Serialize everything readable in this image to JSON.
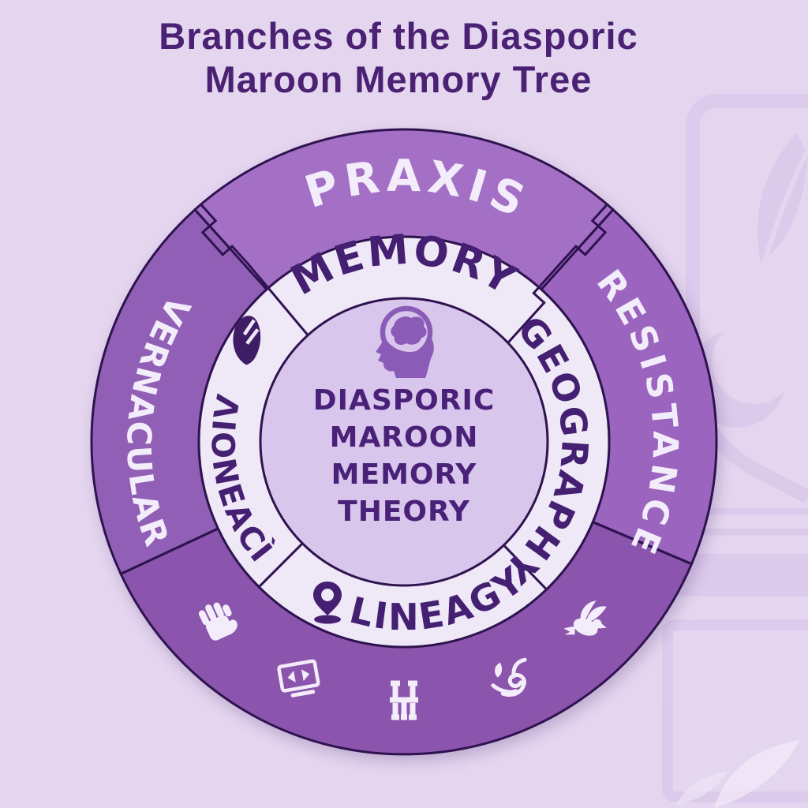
{
  "title": {
    "line1": "Branches of the Diasporic",
    "line2": "Maroon Memory Tree"
  },
  "center": {
    "icon": "head-brain-icon",
    "lines": [
      "DIASPORIC",
      "MAROON",
      "MEMORY",
      "THEORY"
    ]
  },
  "outer_ring": {
    "praxis": {
      "label": "PRAXIS"
    },
    "resistance": {
      "label": "RESISTANCE"
    },
    "vernacular": {
      "label": "VERNACULAR"
    },
    "bottom_icons": [
      "raised-fist-icon",
      "screen-arrows-icon",
      "adinkra-cross-icon",
      "sankofa-swirl-icon",
      "dove-icon"
    ]
  },
  "middle_ring": {
    "memory": {
      "label": "MEMORY"
    },
    "geography": {
      "label": "GEOGRAPHY"
    },
    "lineage": {
      "label": "LINEAGY",
      "icon": "map-pin-icon"
    },
    "orality": {
      "label": "ΛIONEACÌ",
      "icon": "leaf-icon"
    }
  },
  "colors": {
    "background": "#e5d6f0",
    "outer_praxis": "#a470c6",
    "outer_resistance": "#9b64bf",
    "outer_vernacular": "#9160b6",
    "outer_bottom": "#8b55ad",
    "middle_ring": "#efe8f7",
    "center_circle": "#d9c6ec",
    "outline": "#2f1350",
    "dark_text": "#4a2178",
    "light_text": "#f3ecfa",
    "icon_purple": "#8a5cb8",
    "watermark": "#d3bce7"
  }
}
